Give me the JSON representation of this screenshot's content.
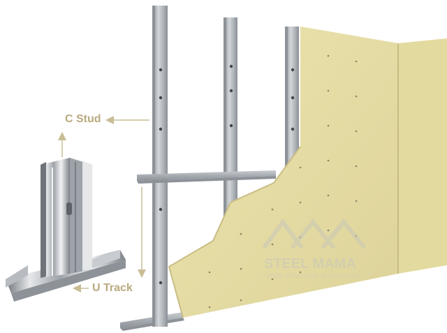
{
  "labels": {
    "c_stud": "C Stud",
    "u_track": "U Track"
  },
  "watermark": {
    "brand": "STEEL MAMA",
    "tagline": "STEEL STRUCTURE TECHNOLOGY"
  },
  "colors": {
    "label": "#b9aa7e",
    "arrow": "#c9bd95",
    "board": "#e8dfa6",
    "board_shade": "#d9cf93",
    "steel": "#b7bcc1",
    "steel_dark": "#8d9298",
    "watermark": "#c9c7b8"
  }
}
